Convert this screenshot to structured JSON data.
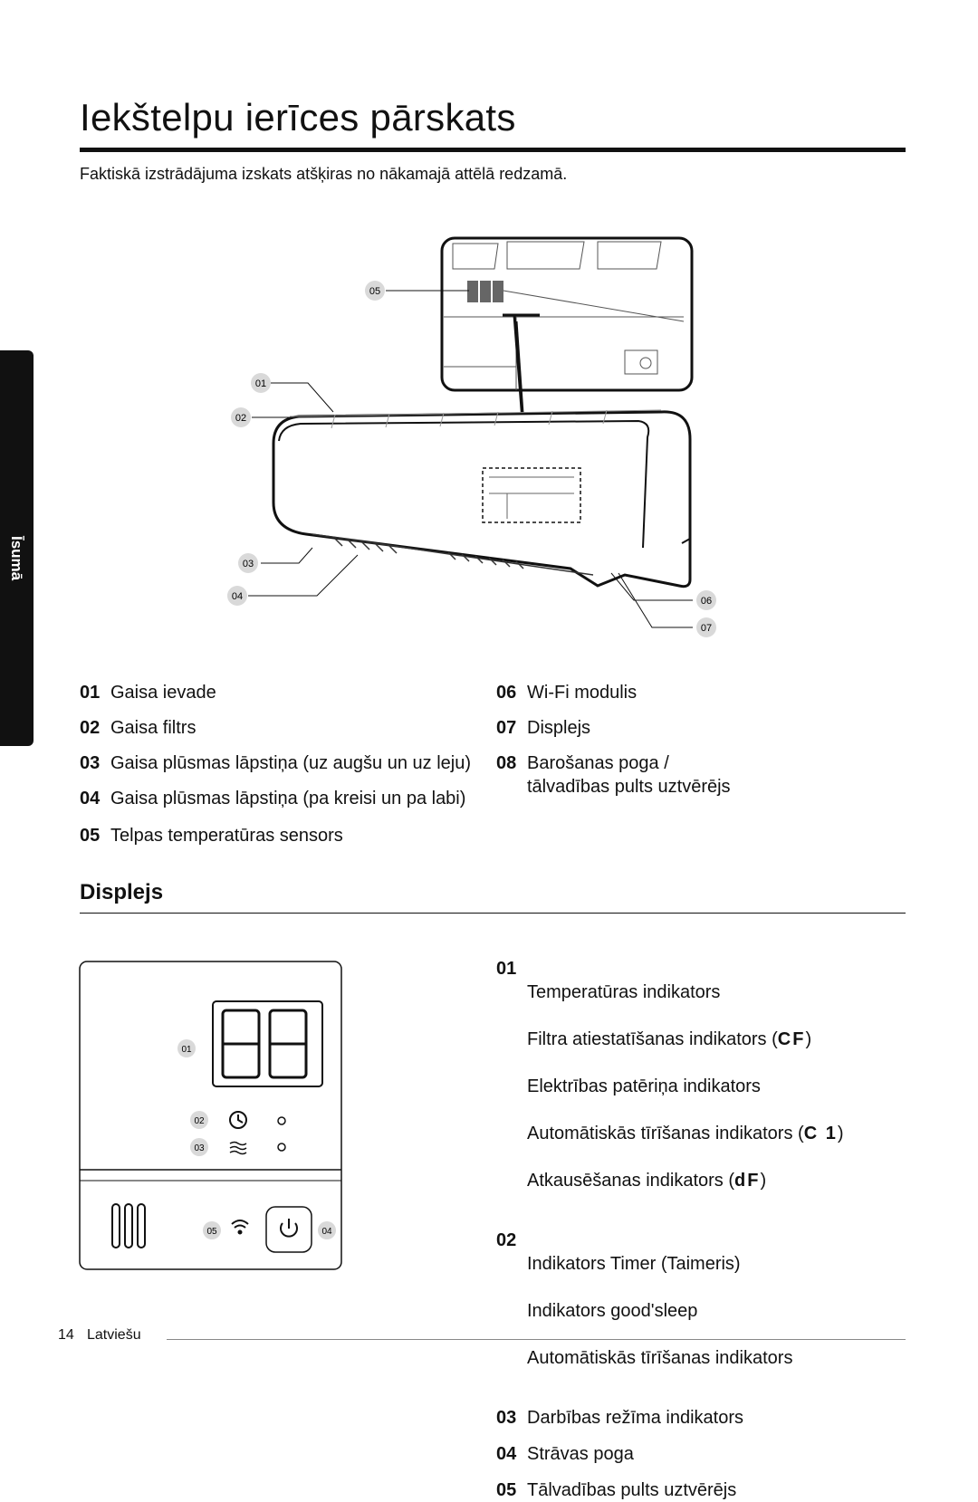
{
  "title": "Iekštelpu ierīces pārskats",
  "intro": "Faktiskā izstrādājuma izskats atšķiras no nākamajā attēlā redzamā.",
  "side_tab": "Īsumā",
  "unit_callouts": [
    "01",
    "02",
    "03",
    "04",
    "05",
    "06",
    "07"
  ],
  "unit_legend_left": [
    {
      "num": "01",
      "text": "Gaisa ievade"
    },
    {
      "num": "02",
      "text": "Gaisa filtrs"
    },
    {
      "num": "03",
      "text": "Gaisa plūsmas lāpstiņa (uz augšu un uz leju)"
    },
    {
      "num": "04",
      "text": "Gaisa plūsmas lāpstiņa (pa kreisi un pa labi)"
    },
    {
      "num": "05",
      "text": "Telpas temperatūras sensors"
    }
  ],
  "unit_legend_right": [
    {
      "num": "06",
      "text": "Wi-Fi modulis"
    },
    {
      "num": "07",
      "text": "Displejs"
    },
    {
      "num": "08",
      "text": "Barošanas poga /\ntālvadības pults uztvērējs"
    }
  ],
  "display_heading": "Displejs",
  "display_callouts": [
    "01",
    "02",
    "03",
    "05",
    "04"
  ],
  "display_legend": [
    {
      "num": "01",
      "lines": [
        "Temperatūras indikators",
        "Filtra atiestatīšanas indikators (",
        "Elektrības patēriņa indikators",
        "Automātiskās tīrīšanas indikators (",
        "Atkausēšanas indikators ("
      ]
    },
    {
      "num": "02",
      "lines": [
        "Indikators Timer (Taimeris)",
        "Indikators good'sleep",
        "Automātiskās tīrīšanas indikators"
      ]
    },
    {
      "num": "03",
      "lines": [
        "Darbības režīma indikators"
      ]
    },
    {
      "num": "04",
      "lines": [
        "Strāvas poga"
      ]
    },
    {
      "num": "05",
      "lines": [
        "Tālvadības pults uztvērējs"
      ]
    }
  ],
  "display_codes": [
    "CF",
    "C 1",
    "dF"
  ],
  "close_paren": ")",
  "footer": {
    "page": "14",
    "language": "Latviešu"
  }
}
